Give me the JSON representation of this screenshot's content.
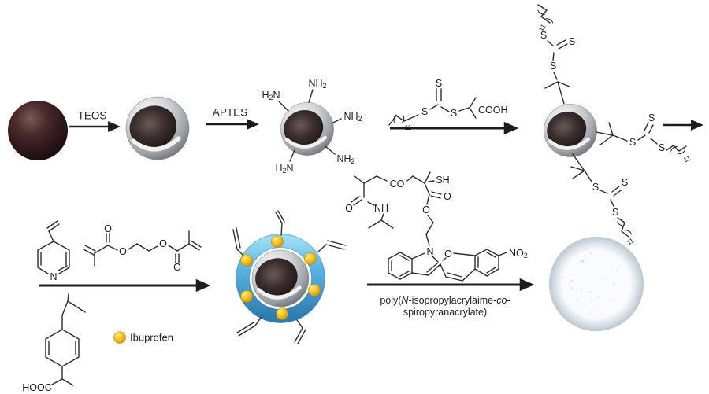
{
  "scheme": {
    "step_arrows": {
      "teos": "TEOS",
      "aptes": "APTES"
    },
    "polymer_caption": {
      "line1_parts": [
        "poly(",
        "N",
        "-isopropylacrylaime-",
        "co",
        "-"
      ],
      "line2": "spiropyranacrylate)"
    },
    "legend": {
      "ibuprofen": "Ibuprofen"
    }
  },
  "atoms": {
    "h": "H",
    "n": "N",
    "o": "O",
    "s": "S",
    "two": "2",
    "nh": "NH",
    "no": "NO",
    "sh": "SH",
    "co": "CO",
    "cooh": "COOH",
    "hooc": "HOOC",
    "eleven": "11",
    "paren_open": "(",
    "paren_close": ")"
  },
  "colors": {
    "arrow": "#1c1c1c",
    "bond": "#2b2b2b",
    "magnetite_core": "#3a2023",
    "silica_shell": "#c9ccd0",
    "polymer_ring_blue": "#58b5e6",
    "ibuprofen_yellow": "#f6c41d",
    "product_gold": "#e6d09b",
    "product_fluff": "#eef3f6"
  }
}
